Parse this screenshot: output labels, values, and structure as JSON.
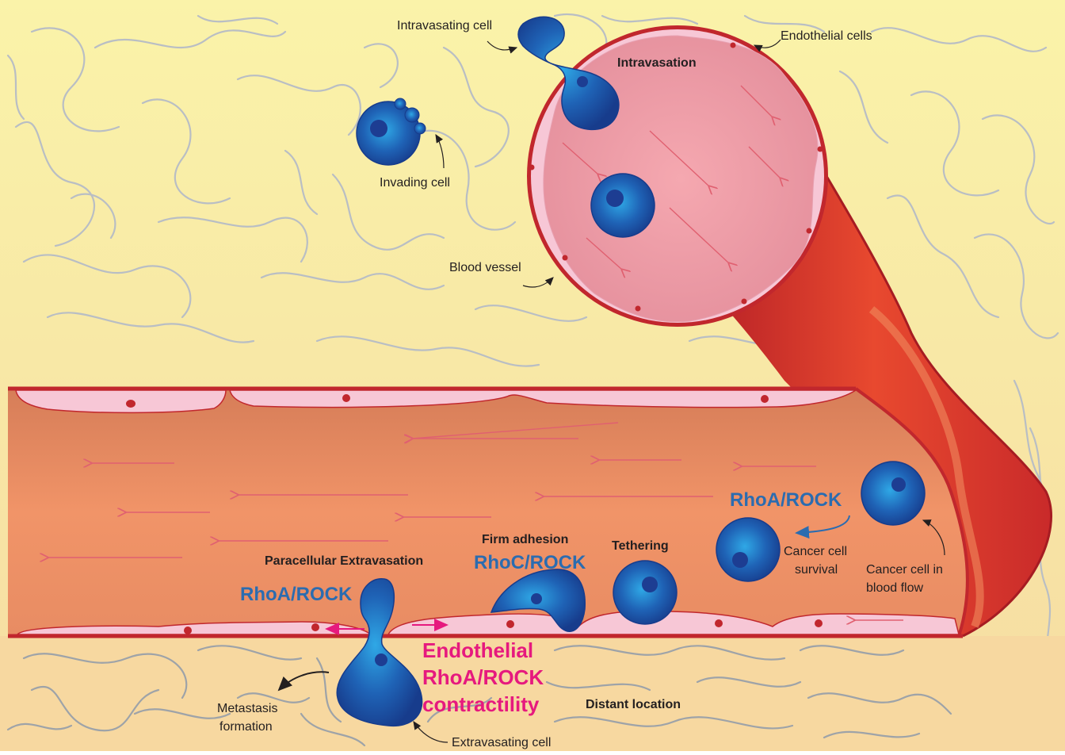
{
  "labels": {
    "intravasating_cell": "Intravasating cell",
    "endothelial_cells": "Endothelial cells",
    "intravasation": "Intravasation",
    "invading_cell": "Invading cell",
    "blood_vessel": "Blood vessel",
    "paracellular_extravasation": "Paracellular Extravasation",
    "firm_adhesion": "Firm adhesion",
    "tethering": "Tethering",
    "rhoa_rock_left": "RhoA/ROCK",
    "rhoc_rock": "RhoC/ROCK",
    "rhoa_rock_right": "RhoA/ROCK",
    "cancer_cell_survival_1": "Cancer cell",
    "cancer_cell_survival_2": "survival",
    "cancer_cell_flow_1": "Cancer cell in",
    "cancer_cell_flow_2": "blood flow",
    "endothelial_contractility_1": "Endothelial",
    "endothelial_contractility_2": "RhoA/ROCK",
    "endothelial_contractility_3": "contractility",
    "distant_location": "Distant location",
    "metastasis_1": "Metastasis",
    "metastasis_2": "formation",
    "extravasating_cell": "Extravasating cell"
  },
  "colors": {
    "tissue_top": "#f9f1a8",
    "tissue_bottom": "#f7d9a0",
    "vessel_wall": "#c1272d",
    "lumen_top": "#d97f5a",
    "lumen_bottom": "#f2956a",
    "endothelium": "#f7c7d6",
    "cell_blue": "#1f5aa8",
    "accent_blue": "#2b6cb0",
    "accent_pink": "#e6197e"
  }
}
